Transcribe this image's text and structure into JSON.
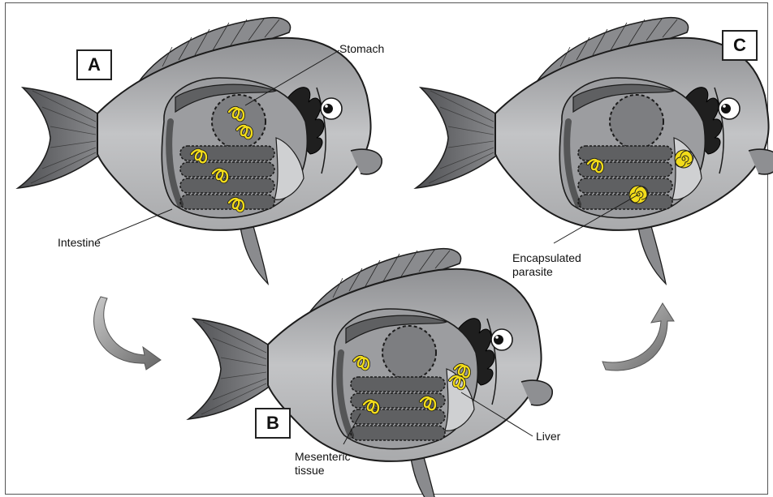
{
  "panels": {
    "a": "A",
    "b": "B",
    "c": "C"
  },
  "labels": {
    "stomach": "Stomach",
    "intestine": "Intestine",
    "mesenteric_line1": "Mesenteric",
    "mesenteric_line2": "tissue",
    "liver": "Liver",
    "encapsulated_line1": "Encapsulated",
    "encapsulated_line2": "parasite"
  },
  "colors": {
    "body": "#b5b6b8",
    "fin": "#6f7073",
    "organ": "#5f6062",
    "organ_light": "#9a9b9d",
    "parasite": "#f2dc1a",
    "outline": "#1c1c1c",
    "arrow": "#7a7a7a"
  }
}
